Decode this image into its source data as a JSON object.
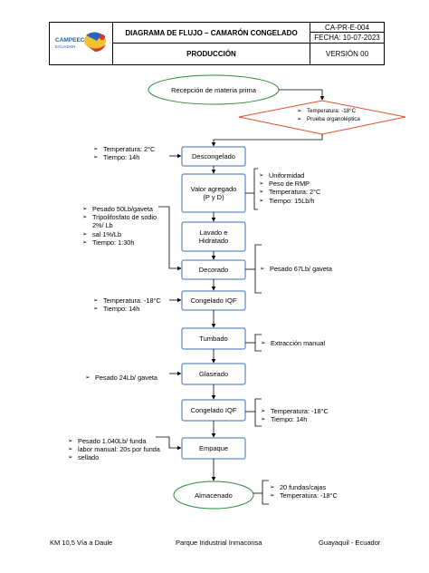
{
  "header": {
    "title": "DIAGRAMA DE FLUJO – CAMARÓN CONGELADO",
    "subtitle": "PRODUCCIÓN",
    "code": "CA-PR-E-004",
    "date": "FECHA: 10-07-2023",
    "version": "VERSIÓN 00",
    "logo": {
      "name": "CAMPEEC",
      "sub": "ECUADOR",
      "icon": "campeec-logo",
      "brand_color": "#1f5fa8"
    }
  },
  "nodes": {
    "recepcion": "Recepción de materia prima",
    "descongelado": "Descongelado",
    "valor_agregado": "Valor agregado\n(P y D)",
    "lavado": "Lavado e\nHidratado",
    "decorado": "Decorado",
    "congelado_iqf_1": "Congelado IQF",
    "tumbado": "Tumbado",
    "glaseado": "Glaseado",
    "congelado_iqf_2": "Congelado IQF",
    "empaque": "Empaque",
    "almacenado": "Almacenado"
  },
  "decision_notes": [
    "Temperatura: -18°C",
    "Prueba organoléptica"
  ],
  "notes": {
    "descongelado": [
      "Temperatura: 2°C",
      "Tiempo: 14h"
    ],
    "valor_agregado": [
      "Uniformidad",
      "Peso de RMP",
      "Temperatura: 2°C",
      "Tiempo: 15Lb/h"
    ],
    "lavado": [
      "Pesado 50Lb/gaveta",
      "Tripolifosfato de sodio 2%/ Lb",
      "sal 1%/Lb",
      "Tiempo: 1:30h"
    ],
    "decorado": [
      "Pesado 67Lb/ gaveta"
    ],
    "congelado_iqf_1": [
      "Temperatura: -18°C",
      "Tiempo: 14h"
    ],
    "tumbado": [
      "Extracción manual"
    ],
    "glaseado": [
      "Pesado 24Lb/ gaveta"
    ],
    "congelado_iqf_2": [
      "Temperatura: -18°C",
      "Tiempo: 14h"
    ],
    "empaque": [
      "Pesado 1.040Lb/ funda",
      "labor manual: 20s por funda",
      "sellado"
    ],
    "almacenado": [
      "20 fundas/cajas",
      "Temperatura: -18°C"
    ]
  },
  "footer": {
    "left": "KM 10,5 Vía a Daule",
    "center": "Parque Industrial Inmaconsa",
    "right": "Guayaquil - Ecuador"
  },
  "colors": {
    "ellipse_border": "#2e8b3a",
    "process_border": "#3a6fb5",
    "decision_border": "#e0502a",
    "arrow": "#000000"
  }
}
